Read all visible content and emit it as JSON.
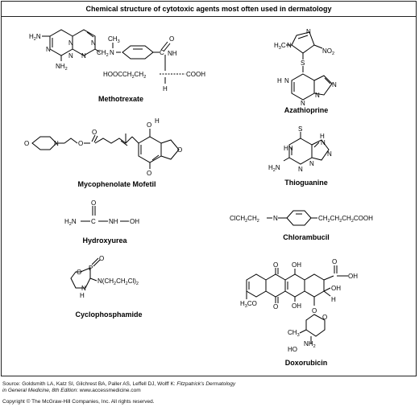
{
  "figure": {
    "title": "Chemical structure of cytotoxic agents most often used in dermatology",
    "compounds": [
      {
        "name": "Methotrexate"
      },
      {
        "name": "Azathioprine"
      },
      {
        "name": "Mycophenolate Mofetil"
      },
      {
        "name": "Thioguanine"
      },
      {
        "name": "Hydroxyurea"
      },
      {
        "name": "Chlorambucil"
      },
      {
        "name": "Cyclophosphamide"
      },
      {
        "name": "Doxorubicin"
      }
    ],
    "atom_labels": {
      "mtx_h2n": "H2N",
      "mtx_nh2": "NH2",
      "mtx_ch3": "CH3",
      "mtx_glu": "HOOCCH2CH2",
      "mtx_cooh": "COOH",
      "aza_ch3": "CH3",
      "aza_no2": "NO2",
      "hu_h2n": "H2N",
      "chl_left": "ClCH2CH2",
      "chl_right": "CH2CH2CH2COOH",
      "cyc_right": "N(CH2CH2Cl)2",
      "dox_och3": "H3CO"
    }
  },
  "footer": {
    "source_prefix": "Source: Goldsmith LA, Katz SI, Gilchrest BA, Paller AS, Leffell DJ, Wolff K: ",
    "source_title": "Fitzpatrick's Dermatology",
    "source_line2_title": "in General Medicine, 8th Edition",
    "source_line2_rest": ": www.accessmedicine.com",
    "copyright": "Copyright © The McGraw-Hill Companies, Inc. All rights reserved."
  }
}
